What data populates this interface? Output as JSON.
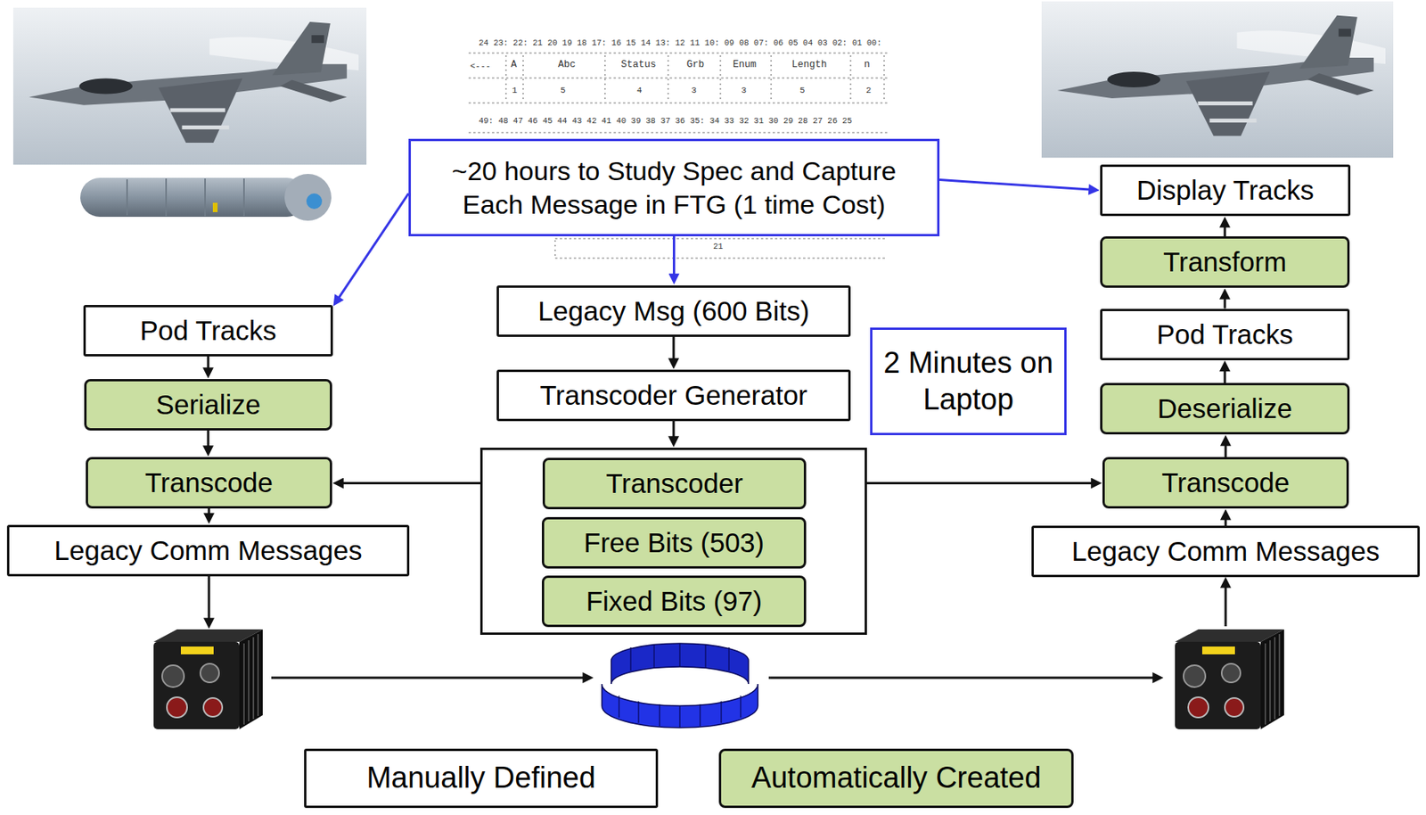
{
  "diagram": {
    "nodes": [
      {
        "text": [
          "~20 hours to Study Spec and Capture Each Message in FTG (1 time Cost)"
        ]
      },
      {
        "text": [
          "Pod Tracks"
        ]
      },
      {
        "text": [
          "Serialize"
        ]
      },
      {
        "text": [
          "Transcode"
        ]
      },
      {
        "text": [
          "Legacy Comm Messages"
        ]
      },
      {
        "text": [
          "Legacy Msg (600 Bits)"
        ]
      },
      {
        "text": [
          "Transcoder Generator"
        ]
      },
      {
        "text": []
      },
      {
        "text": [
          "Transcoder"
        ],
        "in": 7
      },
      {
        "text": [
          "Free Bits (503)"
        ],
        "in": 7
      },
      {
        "text": [
          "Fixed Bits (97)"
        ],
        "in": 7
      },
      {
        "text": [
          "2 Minutes on Laptop"
        ]
      },
      {
        "text": [
          "Display Tracks"
        ]
      },
      {
        "text": [
          "Transform"
        ]
      },
      {
        "text": [
          "Pod Tracks"
        ]
      },
      {
        "text": [
          "Deserialize"
        ]
      },
      {
        "text": [
          "Transcode"
        ]
      },
      {
        "text": [
          "Legacy Comm Messages"
        ]
      }
    ],
    "edges": [
      {
        "from": 0,
        "to": 1,
        "arrow": "to"
      },
      {
        "from": 0,
        "to": 5,
        "arrow": "to"
      },
      {
        "from": 0,
        "to": 12,
        "arrow": "to"
      },
      {
        "from": 1,
        "to": 2,
        "arrow": "to"
      },
      {
        "from": 2,
        "to": 3,
        "arrow": "to"
      },
      {
        "from": 3,
        "to": 4,
        "arrow": "to"
      },
      {
        "from": 5,
        "to": 6,
        "arrow": "to"
      },
      {
        "from": 6,
        "to": 7,
        "arrow": "to"
      },
      {
        "from": 8,
        "to": 3,
        "arrow": "to"
      },
      {
        "from": 8,
        "to": 16,
        "arrow": "to"
      },
      {
        "from": 17,
        "to": 16,
        "arrow": "to"
      },
      {
        "from": 16,
        "to": 15,
        "arrow": "to"
      },
      {
        "from": 15,
        "to": 14,
        "arrow": "to"
      },
      {
        "from": 14,
        "to": 13,
        "arrow": "to"
      },
      {
        "from": 13,
        "to": 12,
        "arrow": "to"
      }
    ],
    "labels": [
      "24 23: 22: 21 20 19 18 17: 16 15 14 13: 12 11 10: 09 08 07: 06 05 04 03 02: 01 00:",
      "<---",
      "A",
      "Abc",
      "Status",
      "Grb",
      "Enum",
      "Length",
      "n",
      "1",
      "5",
      "4",
      "3",
      "3",
      "5",
      "2",
      "49: 48 47 46 45 44 43 42 41 40 39 38 37 36 35: 34 33 32 31 30 29 28 27 26 25",
      "21"
    ],
    "legend": [
      {
        "text": "Manually Defined",
        "color": "#ffffff"
      },
      {
        "text": "Automatically Created",
        "color": "#cadfa2"
      }
    ]
  }
}
